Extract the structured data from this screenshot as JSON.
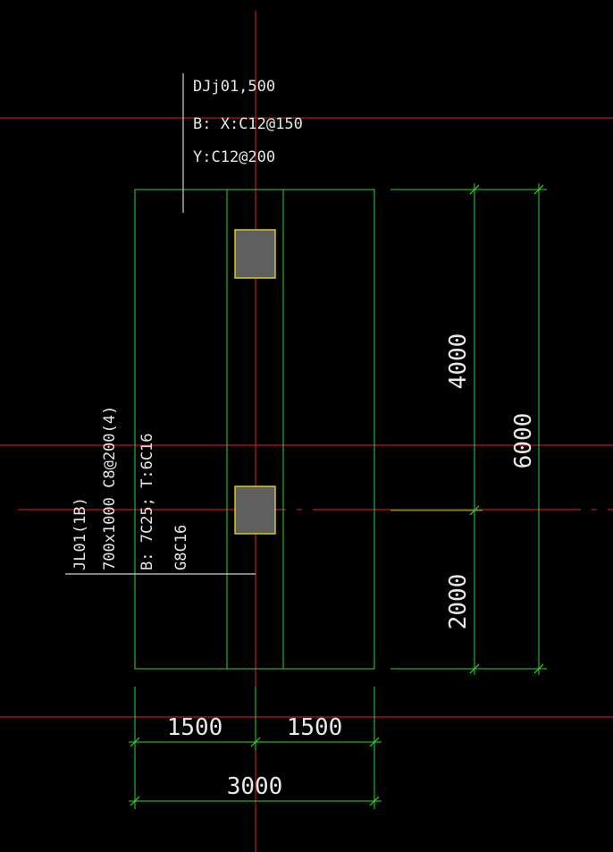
{
  "foundation_label": {
    "line1": "DJj01,500",
    "line2": "B:  X:C12@150",
    "line3": "Y:C12@200"
  },
  "beam_label": {
    "line1": "JL01(1B)",
    "line2": "700x1000  C8@200(4)",
    "line3": "B: 7C25; T:6C16",
    "line4": "G8C16"
  },
  "dimensions": {
    "bottom_left": "1500",
    "bottom_right": "1500",
    "bottom_total": "3000",
    "right_upper": "4000",
    "right_lower": "2000",
    "right_total": "6000"
  },
  "colors": {
    "background": "#000000",
    "axis": "#e0201e",
    "geometry": "#2fd82f",
    "column_fill": "#5f5f5f",
    "column_edge": "#e8e020",
    "text": "#e6e6e6"
  }
}
